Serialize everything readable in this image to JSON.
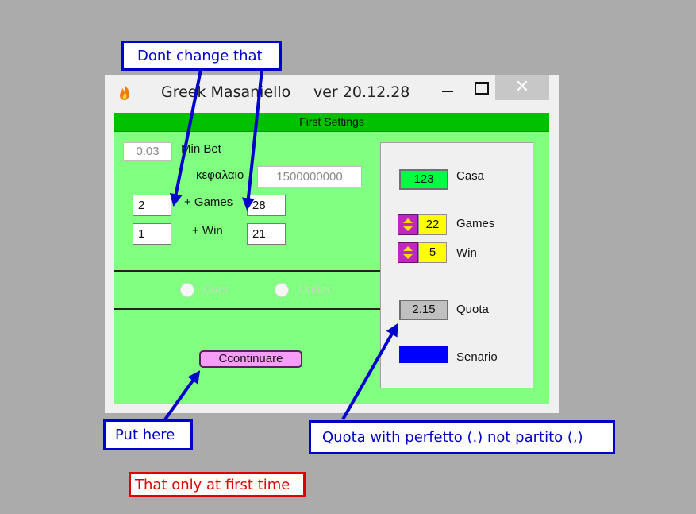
{
  "window": {
    "title": "Greek Masaniello",
    "version": "ver 20.12.28",
    "close_glyph": "✕"
  },
  "panel": {
    "caption": "First Settings"
  },
  "left": {
    "min_bet_value": "0.03",
    "min_bet_label": "Min Bet",
    "capital_label": "κεφαλαιο",
    "capital_value": "1500000000",
    "games_left_value": "2",
    "games_label": "+ Games",
    "games_right_value": "28",
    "win_left_value": "1",
    "win_label": "+ Win",
    "win_right_value": "21",
    "over_label": "Over",
    "under_label": "Under",
    "continue_label": "Ccontinuare"
  },
  "right": {
    "casa_value": "123",
    "casa_label": "Casa",
    "games_value": "22",
    "games_label": "Games",
    "win_value": "5",
    "win_label": "Win",
    "quota_value": "2.15",
    "quota_label": "Quota",
    "senario_label": "Senario"
  },
  "annotations": {
    "dont_change": "Dont change that",
    "put_here": "Put here",
    "quota_note": "Quota with perfetto (.) not partito (,)",
    "first_time": "That only at first time"
  },
  "colors": {
    "background": "#ababab",
    "client_green": "#80ff80",
    "caption_green": "#00c000",
    "annotation_blue": "#0000cc",
    "annotation_red": "#e00000",
    "continue_button": "#f79df7",
    "casa_green": "#00ff40",
    "spinner_magenta": "#c026c0",
    "spinner_yellow": "#ffff00",
    "senario_blue": "#0000ff"
  }
}
